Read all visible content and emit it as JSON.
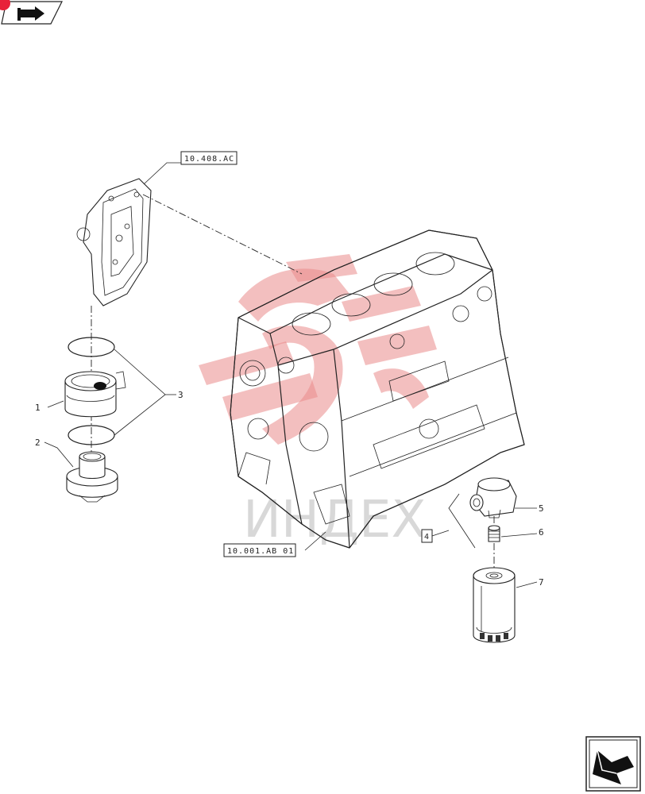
{
  "references": {
    "top": "10.408.AC",
    "block": "10.001.AB 01",
    "group_box": "4"
  },
  "callouts": [
    "1",
    "2",
    "3",
    "5",
    "6",
    "7"
  ],
  "watermark": {
    "text": "ИНДЕХ",
    "color": "#e98a8a"
  },
  "icons": {
    "top_left": "back-arrow-icon",
    "bottom_right": "next-page-arrow-icon"
  },
  "colors": {
    "accent": "#e8213a",
    "line": "#222222"
  }
}
